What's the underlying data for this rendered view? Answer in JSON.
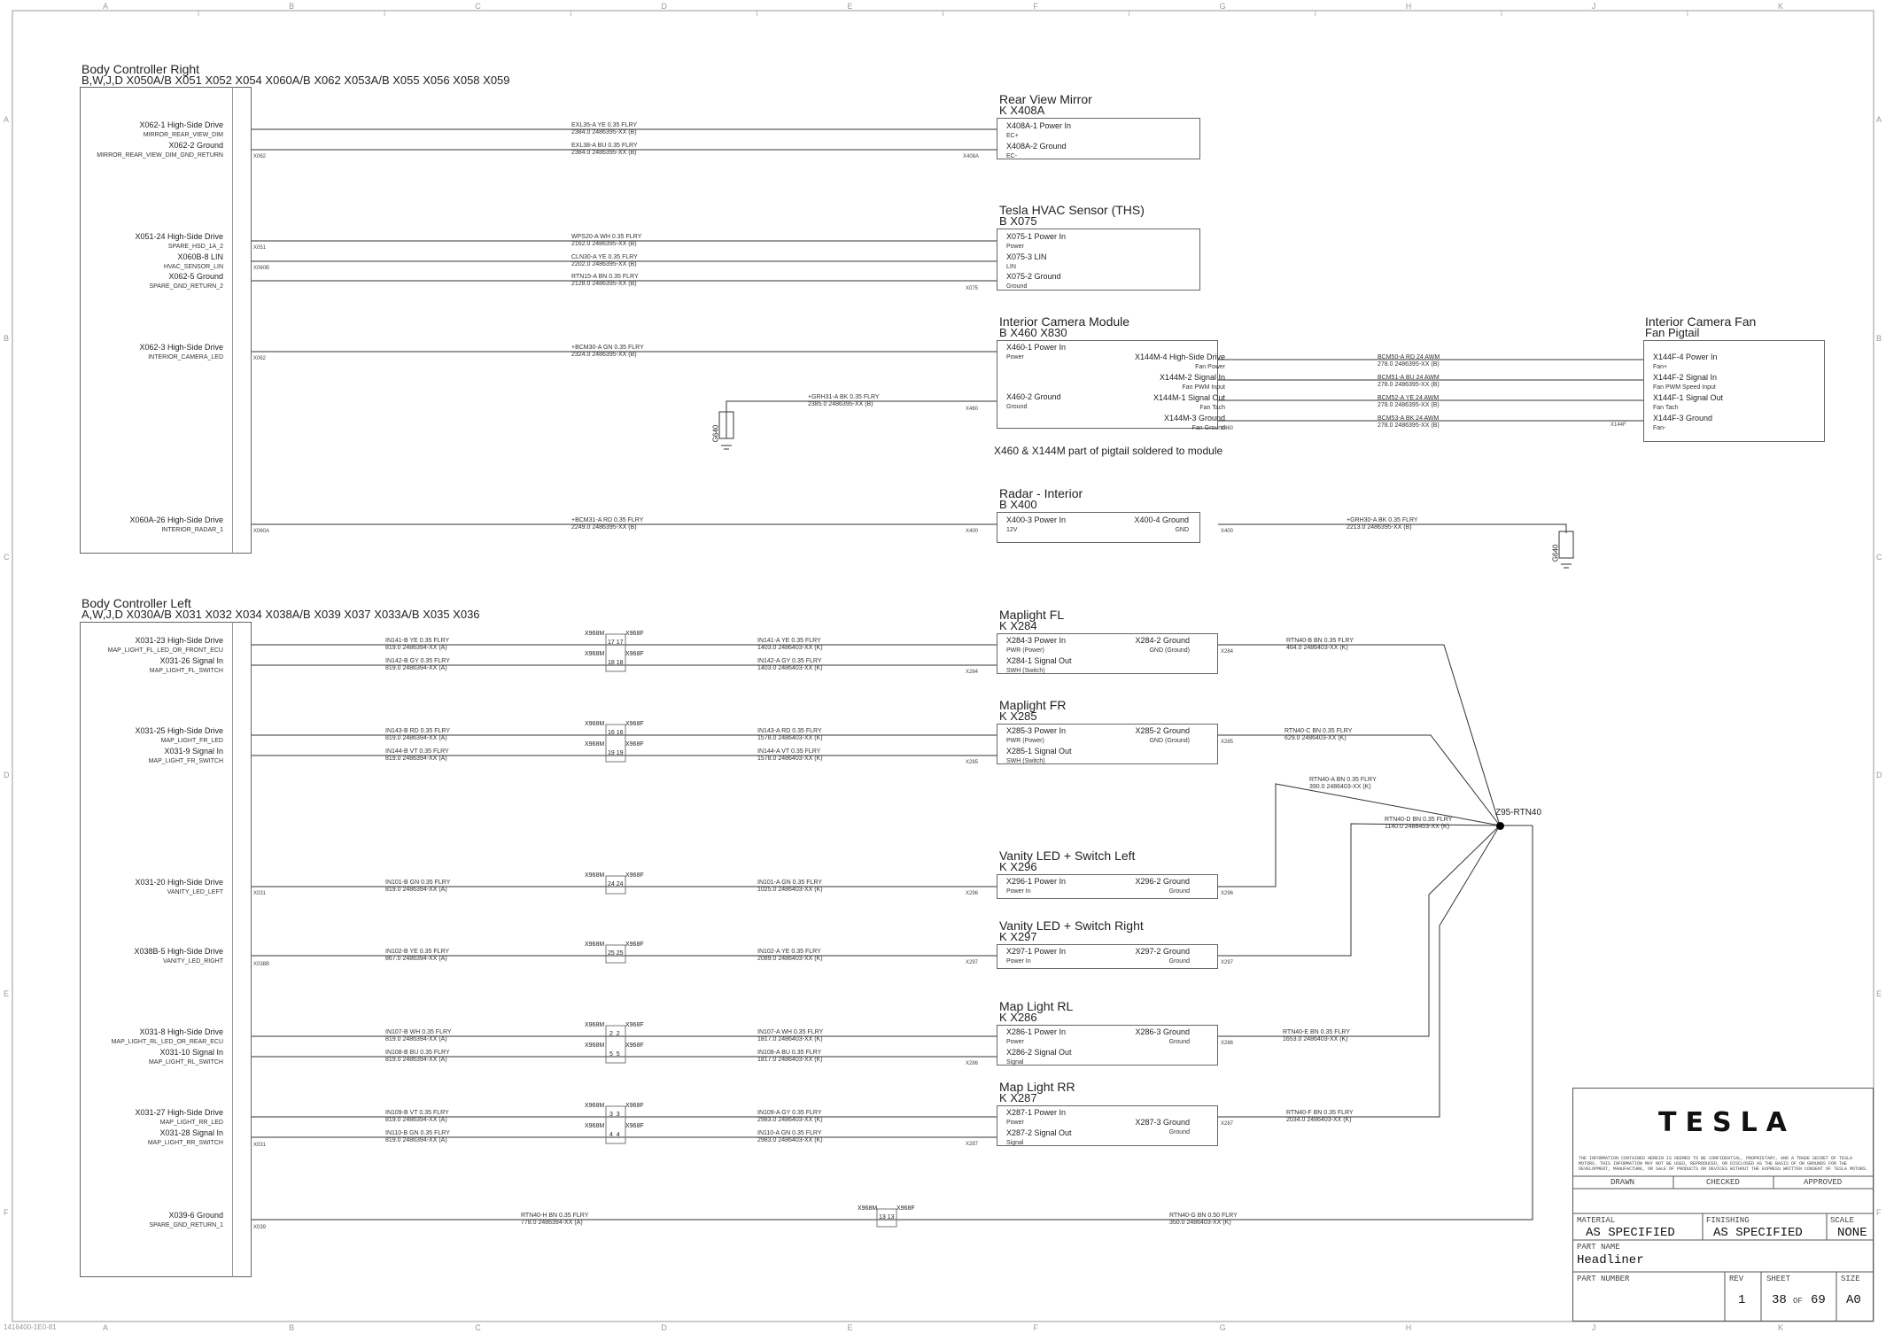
{
  "zones_top": [
    "A",
    "B",
    "C",
    "D",
    "E",
    "F",
    "G",
    "H",
    "J",
    "K"
  ],
  "zones_side": [
    "A",
    "B",
    "C",
    "D",
    "E",
    "F"
  ],
  "bcr": {
    "title": "Body Controller Right",
    "subtitle": "B,W,J,D     X050A/B   X051   X052   X054   X060A/B   X062   X053A/B   X055   X056   X058   X059",
    "pins": [
      {
        "label": "X062-1 High-Side Drive",
        "sub": "MIRROR_REAR_VIEW_DIM"
      },
      {
        "label": "X062-2 Ground",
        "sub": "MIRROR_REAR_VIEW_DIM_GND_RETURN"
      },
      {
        "label": "X051-24 High-Side Drive",
        "sub": "SPARE_HSD_1A_2"
      },
      {
        "label": "X060B-8 LIN",
        "sub": "HVAC_SENSOR_LIN"
      },
      {
        "label": "X062-5 Ground",
        "sub": "SPARE_GND_RETURN_2"
      },
      {
        "label": "X062-3 High-Side Drive",
        "sub": "INTERIOR_CAMERA_LED"
      },
      {
        "label": "X060A-26 High-Side Drive",
        "sub": "INTERIOR_RADAR_1"
      }
    ]
  },
  "bcl": {
    "title": "Body Controller Left",
    "subtitle": "A,W,J,D     X030A/B   X031   X032   X034   X038A/B   X039   X037   X033A/B   X035   X036",
    "pins": [
      {
        "label": "X031-23 High-Side Drive",
        "sub": "MAP_LIGHT_FL_LED_OR_FRONT_ECU"
      },
      {
        "label": "X031-26 Signal In",
        "sub": "MAP_LIGHT_FL_SWITCH"
      },
      {
        "label": "X031-25 High-Side Drive",
        "sub": "MAP_LIGHT_FR_LED"
      },
      {
        "label": "X031-9 Signal In",
        "sub": "MAP_LIGHT_FR_SWITCH"
      },
      {
        "label": "X031-20 High-Side Drive",
        "sub": "VANITY_LED_LEFT"
      },
      {
        "label": "X038B-5 High-Side Drive",
        "sub": "VANITY_LED_RIGHT"
      },
      {
        "label": "X031-8 High-Side Drive",
        "sub": "MAP_LIGHT_RL_LED_OR_REAR_ECU"
      },
      {
        "label": "X031-10 Signal In",
        "sub": "MAP_LIGHT_RL_SWITCH"
      },
      {
        "label": "X031-27 High-Side Drive",
        "sub": "MAP_LIGHT_RR_LED"
      },
      {
        "label": "X031-28 Signal In",
        "sub": "MAP_LIGHT_RR_SWITCH"
      },
      {
        "label": "X039-6 Ground",
        "sub": "SPARE_GND_RETURN_1"
      }
    ]
  },
  "components": {
    "rvm": {
      "title": "Rear View Mirror",
      "sub": "K        X408A",
      "pins": [
        {
          "label": "X408A-1 Power In",
          "sub": "EC+"
        },
        {
          "label": "X408A-2 Ground",
          "sub": "EC-"
        }
      ]
    },
    "ths": {
      "title": "Tesla HVAC Sensor (THS)",
      "sub": "B        X075",
      "pins": [
        {
          "label": "X075-1 Power In",
          "sub": "Power"
        },
        {
          "label": "X075-3 LIN",
          "sub": "LIN"
        },
        {
          "label": "X075-2 Ground",
          "sub": "Ground"
        }
      ]
    },
    "icm": {
      "title": "Interior Camera Module",
      "sub": "B        X460   X830",
      "pins": [
        {
          "label": "X460-1 Power In",
          "sub": "Power"
        },
        {
          "label": "X460-2 Ground",
          "sub": "Ground"
        }
      ],
      "rpins": [
        {
          "label": "X144M-4 High-Side Drive",
          "sub": "Fan Power"
        },
        {
          "label": "X144M-2 Signal In",
          "sub": "Fan PWM Input"
        },
        {
          "label": "X144M-1 Signal Out",
          "sub": "Fan Tach"
        },
        {
          "label": "X144M-3 Ground",
          "sub": "Fan Ground"
        }
      ]
    },
    "fan": {
      "title": "Interior Camera Fan",
      "sub": "Fan Pigtail",
      "pins": [
        {
          "label": "X144F-4 Power In",
          "sub": "Fan+"
        },
        {
          "label": "X144F-2 Signal In",
          "sub": "Fan PWM Speed Input"
        },
        {
          "label": "X144F-1 Signal Out",
          "sub": "Fan Tach"
        },
        {
          "label": "X144F-3 Ground",
          "sub": "Fan-"
        }
      ]
    },
    "radar": {
      "title": "Radar - Interior",
      "sub": "B        X400",
      "pins": [
        {
          "label": "X400-3 Power In",
          "sub": "12V"
        }
      ],
      "rpins": [
        {
          "label": "X400-4 Ground",
          "sub": "GND"
        }
      ]
    },
    "mfl": {
      "title": "Maplight FL",
      "sub": "K        X284",
      "pins": [
        {
          "label": "X284-3 Power In",
          "sub": "PWR (Power)"
        },
        {
          "label": "X284-1 Signal Out",
          "sub": "SWH (Switch)"
        }
      ],
      "rpins": [
        {
          "label": "X284-2 Ground",
          "sub": "GND (Ground)"
        }
      ]
    },
    "mfr": {
      "title": "Maplight FR",
      "sub": "K        X285",
      "pins": [
        {
          "label": "X285-3 Power In",
          "sub": "PWR (Power)"
        },
        {
          "label": "X285-1 Signal Out",
          "sub": "SWH (Switch)"
        }
      ],
      "rpins": [
        {
          "label": "X285-2 Ground",
          "sub": "GND (Ground)"
        }
      ]
    },
    "vl": {
      "title": "Vanity LED + Switch Left",
      "sub": "K        X296",
      "pins": [
        {
          "label": "X296-1 Power In",
          "sub": "Power In"
        }
      ],
      "rpins": [
        {
          "label": "X296-2 Ground",
          "sub": "Ground"
        }
      ]
    },
    "vr": {
      "title": "Vanity LED + Switch Right",
      "sub": "K        X297",
      "pins": [
        {
          "label": "X297-1 Power In",
          "sub": "Power In"
        }
      ],
      "rpins": [
        {
          "label": "X297-2 Ground",
          "sub": "Ground"
        }
      ]
    },
    "mrl": {
      "title": "Map Light RL",
      "sub": "K        X286",
      "pins": [
        {
          "label": "X286-1 Power In",
          "sub": "Power"
        },
        {
          "label": "X286-2 Signal Out",
          "sub": "Signal"
        }
      ],
      "rpins": [
        {
          "label": "X286-3 Ground",
          "sub": "Ground"
        }
      ]
    },
    "mrr": {
      "title": "Map Light RR",
      "sub": "K        X287",
      "pins": [
        {
          "label": "X287-1 Power In",
          "sub": "Power"
        },
        {
          "label": "X287-2 Signal Out",
          "sub": "Signal"
        }
      ],
      "rpins": [
        {
          "label": "X287-3 Ground",
          "sub": "Ground"
        }
      ]
    }
  },
  "pigtail_note": "X460 & X144M part of pigtail soldered to module",
  "splice_label": "Z95-RTN40",
  "grounds": [
    "G640",
    "G640"
  ],
  "wires": [
    {
      "a": "EXL35-A   YE   0.35   FLRY",
      "b": "2384.0    2486395-XX (B)"
    },
    {
      "a": "EXL38-A   BU   0.35   FLRY",
      "b": "2384.0    2486395-XX (B)"
    },
    {
      "a": "WPS20-A   WH   0.35   FLRY",
      "b": "2162.0    2486395-XX (B)"
    },
    {
      "a": "CLN30-A   YE   0.35   FLRY",
      "b": "2202.0    2486395-XX (B)"
    },
    {
      "a": "RTN15-A   BN   0.35   FLRY",
      "b": "2128.0    2486395-XX (B)"
    },
    {
      "a": "+BCM30-A   GN   0.35   FLRY",
      "b": "2324.0    2486395-XX (B)"
    },
    {
      "a": "+GRH31-A   BK   0.35   FLRY",
      "b": "2385.0    2486395-XX (B)"
    },
    {
      "a": "+BCM31-A   RD   0.35   FLRY",
      "b": "2249.0    2486395-XX (B)"
    },
    {
      "a": "+GRH30-A   BK   0.35   FLRY",
      "b": "2213.0    2486395-XX (B)"
    },
    {
      "a": "BCM50-A   RD   24   AWM",
      "b": "278.0    2486395-XX (B)"
    },
    {
      "a": "BCM51-A   BU   24   AWM",
      "b": "278.0    2486395-XX (B)"
    },
    {
      "a": "BCM52-A   YE   24   AWM",
      "b": "278.0    2486395-XX (B)"
    },
    {
      "a": "BCM53-A   BK   24   AWM",
      "b": "278.0    2486395-XX (B)"
    }
  ],
  "wires_left": [
    {
      "a": "IN141-B   YE   0.35   FLRY",
      "b": "819.0    2486394-XX (A)",
      "c": "IN141-A   YE   0.35   FLRY",
      "d": "1403.0    2486403-XX (K)",
      "cav": "17"
    },
    {
      "a": "IN142-B   GY   0.35   FLRY",
      "b": "819.0    2486394-XX (A)",
      "c": "IN142-A   GY   0.35   FLRY",
      "d": "1403.0    2486403-XX (K)",
      "cav": "18"
    },
    {
      "a": "IN143-B   RD   0.35   FLRY",
      "b": "819.0    2486394-XX (A)",
      "c": "IN143-A   RD   0.35   FLRY",
      "d": "1578.0    2486403-XX (K)",
      "cav": "16"
    },
    {
      "a": "IN144-B   VT   0.35   FLRY",
      "b": "819.0    2486394-XX (A)",
      "c": "IN144-A   VT   0.35   FLRY",
      "d": "1578.0    2486403-XX (K)",
      "cav": "19"
    },
    {
      "a": "IN101-B   GN   0.35   FLRY",
      "b": "819.0    2486394-XX (A)",
      "c": "IN101-A   GN   0.35   FLRY",
      "d": "1025.0    2486403-XX (K)",
      "cav": "24"
    },
    {
      "a": "IN102-B   YE   0.35   FLRY",
      "b": "867.0    2486394-XX (A)",
      "c": "IN102-A   YE   0.35   FLRY",
      "d": "2089.0    2486403-XX (K)",
      "cav": "25"
    },
    {
      "a": "IN107-B   WH   0.35   FLRY",
      "b": "819.0    2486394-XX (A)",
      "c": "IN107-A   WH   0.35   FLRY",
      "d": "1817.0    2486403-XX (K)",
      "cav": "2"
    },
    {
      "a": "IN108-B   BU   0.35   FLRY",
      "b": "819.0    2486394-XX (A)",
      "c": "IN108-A   BU   0.35   FLRY",
      "d": "1817.0    2486403-XX (K)",
      "cav": "5"
    },
    {
      "a": "IN109-B   VT   0.35   FLRY",
      "b": "819.0    2486394-XX (A)",
      "c": "IN109-A   GY   0.35   FLRY",
      "d": "2983.0    2486403-XX (K)",
      "cav": "3"
    },
    {
      "a": "IN110-B   GN   0.35   FLRY",
      "b": "819.0    2486394-XX (A)",
      "c": "IN110-A   GN   0.35   FLRY",
      "d": "2983.0    2486403-XX (K)",
      "cav": "4"
    },
    {
      "a": "RTN40-H   BN   0.35   FLRY",
      "b": "778.0    2486394-XX (A)",
      "c": "RTN40-G   BN   0.50   FLRY",
      "d": "350.0    2486403-XX (K)",
      "cav": "13"
    }
  ],
  "rtn_wires": [
    {
      "a": "RTN40-B   BN   0.35   FLRY",
      "b": "464.0    2486403-XX (K)"
    },
    {
      "a": "RTN40-C   BN   0.35   FLRY",
      "b": "629.0    2486403-XX (K)"
    },
    {
      "a": "RTN40-A   BN   0.35   FLRY",
      "b": "390.0    2486403-XX (K)"
    },
    {
      "a": "RTN40-D   BN   0.35   FLRY",
      "b": "1140.0    2486403-XX (K)"
    },
    {
      "a": "RTN40-E   BN   0.35   FLRY",
      "b": "1653.0    2486403-XX (K)"
    },
    {
      "a": "RTN40-F   BN   0.35   FLRY",
      "b": "2034.0    2486403-XX (K)"
    }
  ],
  "inline": {
    "m": "X968M",
    "f": "X968F"
  },
  "connectors": {
    "x062": "X062",
    "x051": "X051",
    "x060b": "X060B",
    "x408a": "X408A",
    "x075": "X075",
    "x460": "X460",
    "x144f": "X144F",
    "x060a": "X060A",
    "x400": "X400",
    "x031": "X031",
    "x284": "X284",
    "x285": "X285",
    "x296": "X296",
    "x297": "X297",
    "x038b": "X038B",
    "x286": "X286",
    "x287": "X287",
    "x039": "X039"
  },
  "title_block": {
    "logo": "TESLA",
    "confidential": "THE INFORMATION CONTAINED HEREIN IS DEEMED TO BE CONFIDENTIAL, PROPRIETARY, AND A TRADE SECRET OF TESLA MOTORS. THIS INFORMATION MAY NOT BE USED, REPRODUCED, OR DISCLOSED AS THE BASIS OF OR GROUNDS FOR THE DEVELOPMENT, MANUFACTURE, OR SALE OF PRODUCTS OR DEVICES WITHOUT THE EXPRESS WRITTEN CONSENT OF TESLA MOTORS.",
    "drawn": "DRAWN",
    "checked": "CHECKED",
    "approved": "APPROVED",
    "material_label": "MATERIAL",
    "material": "AS SPECIFIED",
    "finishing_label": "FINISHING",
    "finishing": "AS SPECIFIED",
    "scale_label": "SCALE",
    "scale": "NONE",
    "part_name_label": "PART NAME",
    "part_name": "Headliner",
    "part_number_label": "PART NUMBER",
    "rev_label": "REV",
    "rev": "1",
    "sheet_label": "SHEET",
    "sheet": "38",
    "of": "OF",
    "sheets": "69",
    "size_label": "SIZE",
    "size": "A0"
  },
  "sheet_id": "1416400-1E0-81"
}
